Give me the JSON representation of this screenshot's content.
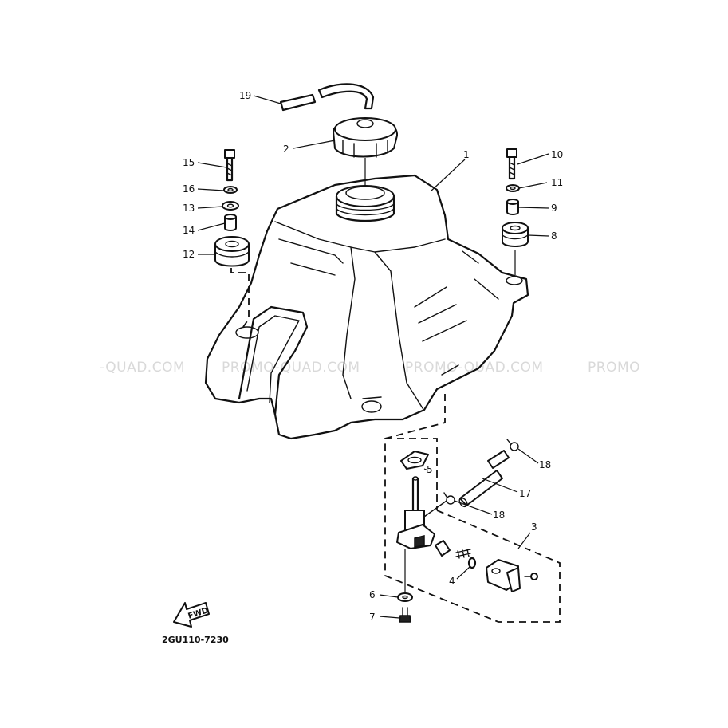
{
  "diagram": {
    "drawing_code": "2GU110-7230",
    "fwd_label": "FWD",
    "watermarks": [
      "-QUAD.COM",
      "PROMO-QUAD.COM",
      "PROMO-QUAD.COM",
      "PROMO"
    ],
    "callouts": [
      {
        "id": "1",
        "label": "1"
      },
      {
        "id": "2",
        "label": "2"
      },
      {
        "id": "3",
        "label": "3"
      },
      {
        "id": "4",
        "label": "4"
      },
      {
        "id": "5",
        "label": "5"
      },
      {
        "id": "6",
        "label": "6"
      },
      {
        "id": "7",
        "label": "7"
      },
      {
        "id": "8",
        "label": "8"
      },
      {
        "id": "9",
        "label": "9"
      },
      {
        "id": "10",
        "label": "10"
      },
      {
        "id": "11",
        "label": "11"
      },
      {
        "id": "12",
        "label": "12"
      },
      {
        "id": "13",
        "label": "13"
      },
      {
        "id": "14",
        "label": "14"
      },
      {
        "id": "15",
        "label": "15"
      },
      {
        "id": "16",
        "label": "16"
      },
      {
        "id": "17",
        "label": "17"
      },
      {
        "id": "18a",
        "label": "18"
      },
      {
        "id": "18b",
        "label": "18"
      },
      {
        "id": "19",
        "label": "19"
      }
    ]
  }
}
